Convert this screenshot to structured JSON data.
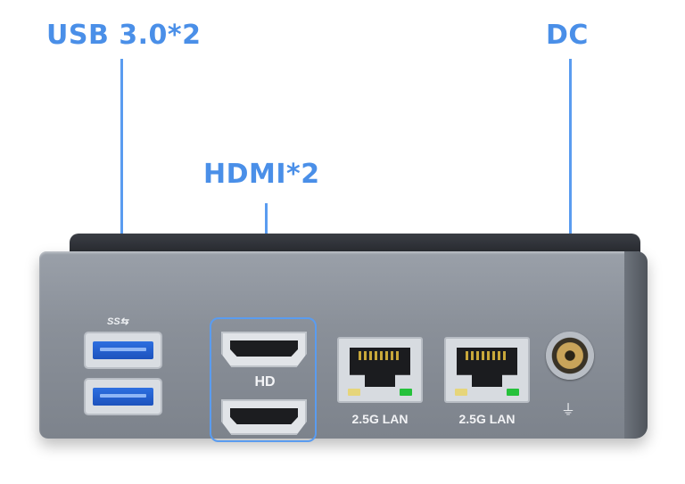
{
  "callouts": {
    "usb": "USB 3.0*2",
    "hdmi": "HDMI*2",
    "dc": "DC"
  },
  "port_labels": {
    "usb_logo": "SS⇆",
    "hdmi": "HD",
    "lan_1": "2.5G LAN",
    "lan_2": "2.5G LAN",
    "dc_symbol": "⏚"
  },
  "colors": {
    "accent": "#4a8fe8",
    "usb_blue": "#2d6fe0",
    "led_green": "#25c13b",
    "led_yellow": "#e6d57a"
  },
  "icons": [
    "superspeed-usb-icon",
    "power-plug-icon"
  ]
}
